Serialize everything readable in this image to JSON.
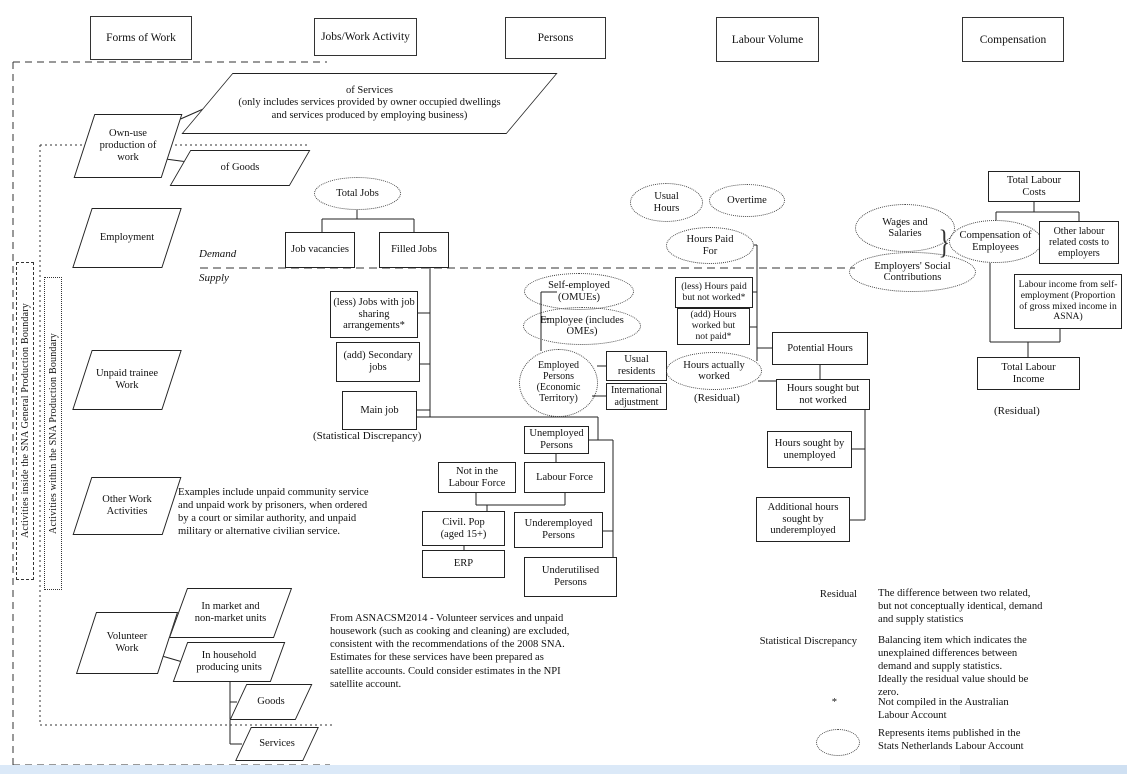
{
  "headers": {
    "forms_of_work": "Forms of Work",
    "jobs_work_activity": "Jobs/Work Activity",
    "persons": "Persons",
    "labour_volume": "Labour Volume",
    "compensation": "Compensation"
  },
  "boundaries": {
    "general": "Activities inside the SNA General Production Boundary",
    "sna": "Activities within the SNA Production Boundary"
  },
  "flow": {
    "demand": "Demand",
    "supply": "Supply"
  },
  "forms_of_work": {
    "own_use": "Own-use\nproduction of\nwork",
    "of_services": "of Services\n(only includes services provided by owner occupied dwellings\nand services produced by employing business)",
    "of_goods": "of Goods",
    "employment": "Employment",
    "unpaid_trainee": "Unpaid trainee\nWork",
    "other_work": "Other Work\nActivities",
    "volunteer": "Volunteer\nWork",
    "in_market": "In market and\nnon-market units",
    "in_household": "In household\nproducing units",
    "goods": "Goods",
    "services": "Services"
  },
  "jobs": {
    "total_jobs": "Total Jobs",
    "job_vacancies": "Job vacancies",
    "filled_jobs": "Filled Jobs",
    "less_job_sharing": "(less) Jobs with job sharing arrangements*",
    "add_secondary": "(add) Secondary jobs",
    "main_job": "Main job",
    "statistical_discrepancy": "(Statistical Discrepancy)"
  },
  "persons": {
    "self_employed": "Self-employed (OMUEs)",
    "employee": "Employee (includes OMEs)",
    "employed_persons": "Employed Persons (Economic Territory)",
    "usual_residents": "Usual residents",
    "international_adjustment": "International adjustment",
    "unemployed": "Unemployed Persons",
    "not_in_labour_force": "Not in the Labour Force",
    "labour_force": "Labour Force",
    "civil_pop": "Civil. Pop (aged 15+)",
    "erp": "ERP",
    "underemployed": "Underemployed Persons",
    "underutilised": "Underutilised Persons"
  },
  "labour_volume": {
    "usual_hours": "Usual Hours",
    "overtime": "Overtime",
    "hours_paid_for": "Hours Paid For",
    "less_hours_paid": "(less) Hours paid but not worked*",
    "add_hours_worked": "(add) Hours worked but not paid*",
    "hours_actually_worked": "Hours actually worked",
    "residual": "(Residual)",
    "potential_hours": "Potential Hours",
    "hours_sought_not_worked": "Hours sought but not worked",
    "hours_sought_unemployed": "Hours sought by unemployed",
    "additional_hours": "Additional hours sought by underemployed"
  },
  "compensation": {
    "total_labour_costs": "Total Labour Costs",
    "wages_salaries": "Wages and Salaries",
    "employers_social": "Employers' Social Contributions",
    "comp_employees": "Compensation of Employees",
    "other_labour_costs": "Other labour related costs to employers",
    "labour_income_self": "Labour income from self-employment (Proportion of gross mixed income in ASNA)",
    "total_labour_income": "Total Labour Income",
    "residual": "(Residual)",
    "brace": "}"
  },
  "notes": {
    "other_work_examples": "Examples include unpaid community service\nand unpaid work by prisoners, when ordered\nby a court or similar authority, and unpaid\nmilitary or alternative civilian service.",
    "asna": "From ASNACSM2014 - Volunteer services and unpaid\nhousework (such as cooking and cleaning) are excluded,\nconsistent with the recommendations of the 2008 SNA.\nEstimates for these services have been prepared as\nsatellite accounts. Could consider estimates in the NPI\nsatellite account."
  },
  "legend": {
    "items": [
      {
        "term": "Residual",
        "desc": "The difference between two related,\nbut not conceptually identical, demand\nand supply statistics"
      },
      {
        "term": "Statistical Discrepancy",
        "desc": "Balancing item which indicates the\nunexplained differences between\ndemand and supply statistics.\nIdeally the residual value should be\nzero."
      },
      {
        "term": "*",
        "desc": "Not compiled in the Australian\nLabour Account"
      },
      {
        "term": "",
        "desc": "Represents items published in the\nStats Netherlands Labour Account"
      }
    ]
  }
}
